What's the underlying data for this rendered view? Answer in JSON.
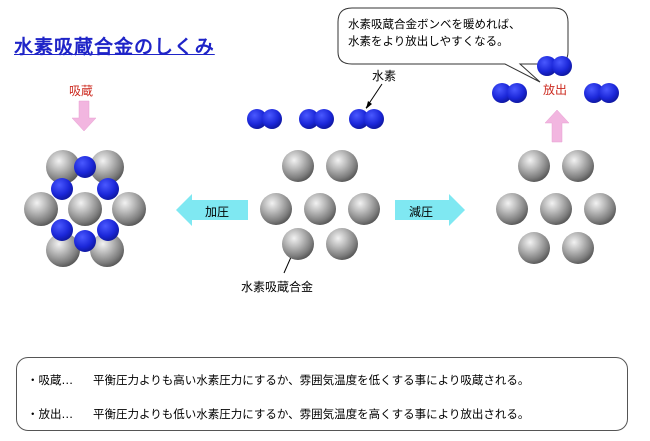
{
  "title": "水素吸蔵合金のしくみ",
  "labels": {
    "absorb_top": "吸蔵",
    "hydrogen": "水素",
    "release_top": "放出",
    "pressurize": "加圧",
    "depressurize": "減圧",
    "alloy": "水素吸蔵合金"
  },
  "bubble": {
    "line1": "水素吸蔵合金ボンベを暖めれば、",
    "line2": "水素をより放出しやすくなる。"
  },
  "notes": [
    {
      "head": "・吸蔵…",
      "text": "平衡圧力よりも高い水素圧力にするか、雰囲気温度を低くする事により吸蔵される。"
    },
    {
      "head": "・放出…",
      "text": "平衡圧力よりも低い水素圧力にするか、雰囲気温度を高くする事により放出される。"
    }
  ],
  "colors": {
    "title": "#1f24c8",
    "hydrogen": "#1b27d9",
    "metal_atom": "#8a8a8a",
    "pink_arrow": "#f2b6e0",
    "cyan_arrow": "#7fe8f2",
    "label_red": "#cc2a1f"
  }
}
